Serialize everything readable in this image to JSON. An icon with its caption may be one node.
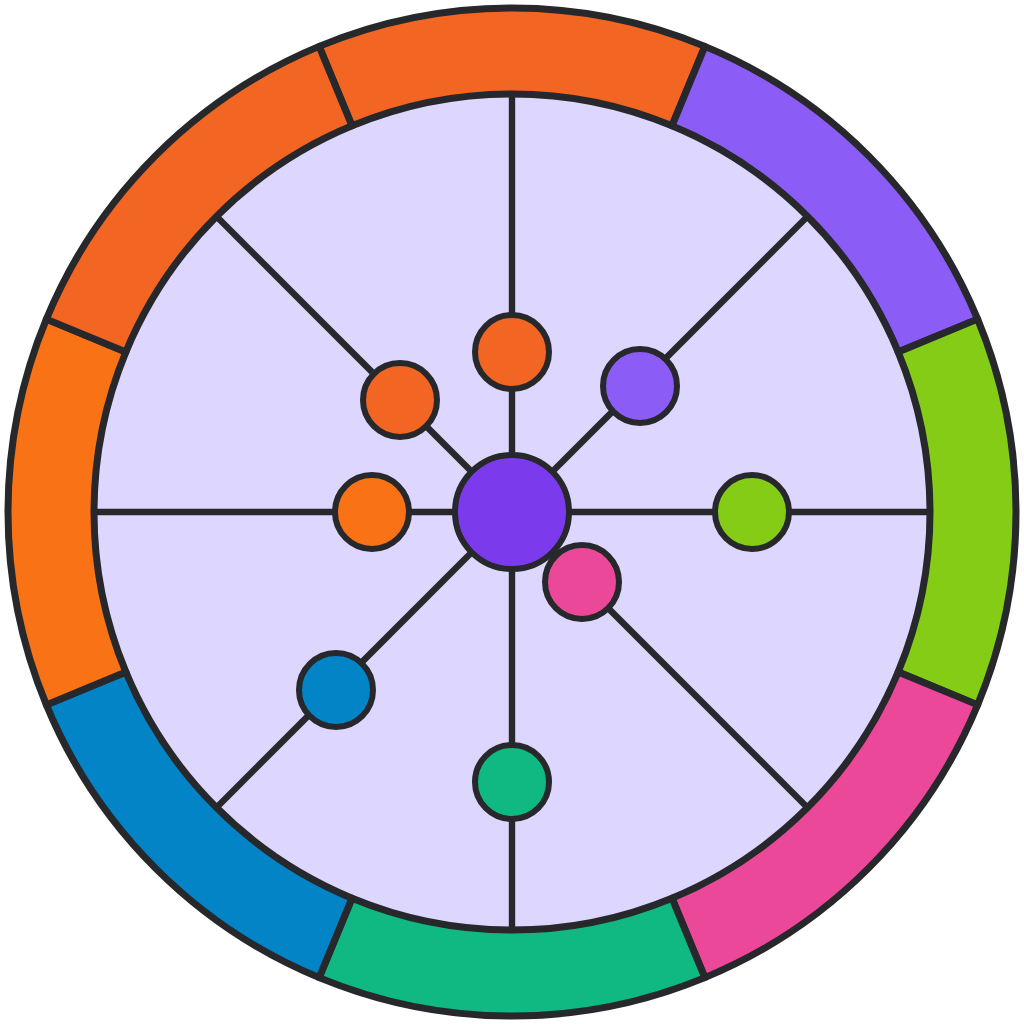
{
  "diagram": {
    "nodes": [
      {
        "text": [],
        "shape": "circle"
      },
      {
        "text": [],
        "shape": "circle"
      },
      {
        "text": [],
        "shape": "circle"
      },
      {
        "text": [],
        "shape": "circle"
      },
      {
        "text": [],
        "shape": "circle"
      },
      {
        "text": [],
        "shape": "circle"
      },
      {
        "text": [],
        "shape": "circle"
      },
      {
        "text": [],
        "shape": "circle"
      },
      {
        "text": [],
        "shape": "circle"
      }
    ],
    "edges": [
      {
        "from": 0,
        "to": 1,
        "arrow": "none"
      },
      {
        "from": 0,
        "to": 2,
        "arrow": "none"
      },
      {
        "from": 0,
        "to": 3,
        "arrow": "none"
      },
      {
        "from": 0,
        "to": 4,
        "arrow": "none"
      },
      {
        "from": 0,
        "to": 5,
        "arrow": "none"
      },
      {
        "from": 0,
        "to": 7,
        "arrow": "none"
      },
      {
        "from": 0,
        "to": 8,
        "arrow": "none"
      }
    ]
  }
}
